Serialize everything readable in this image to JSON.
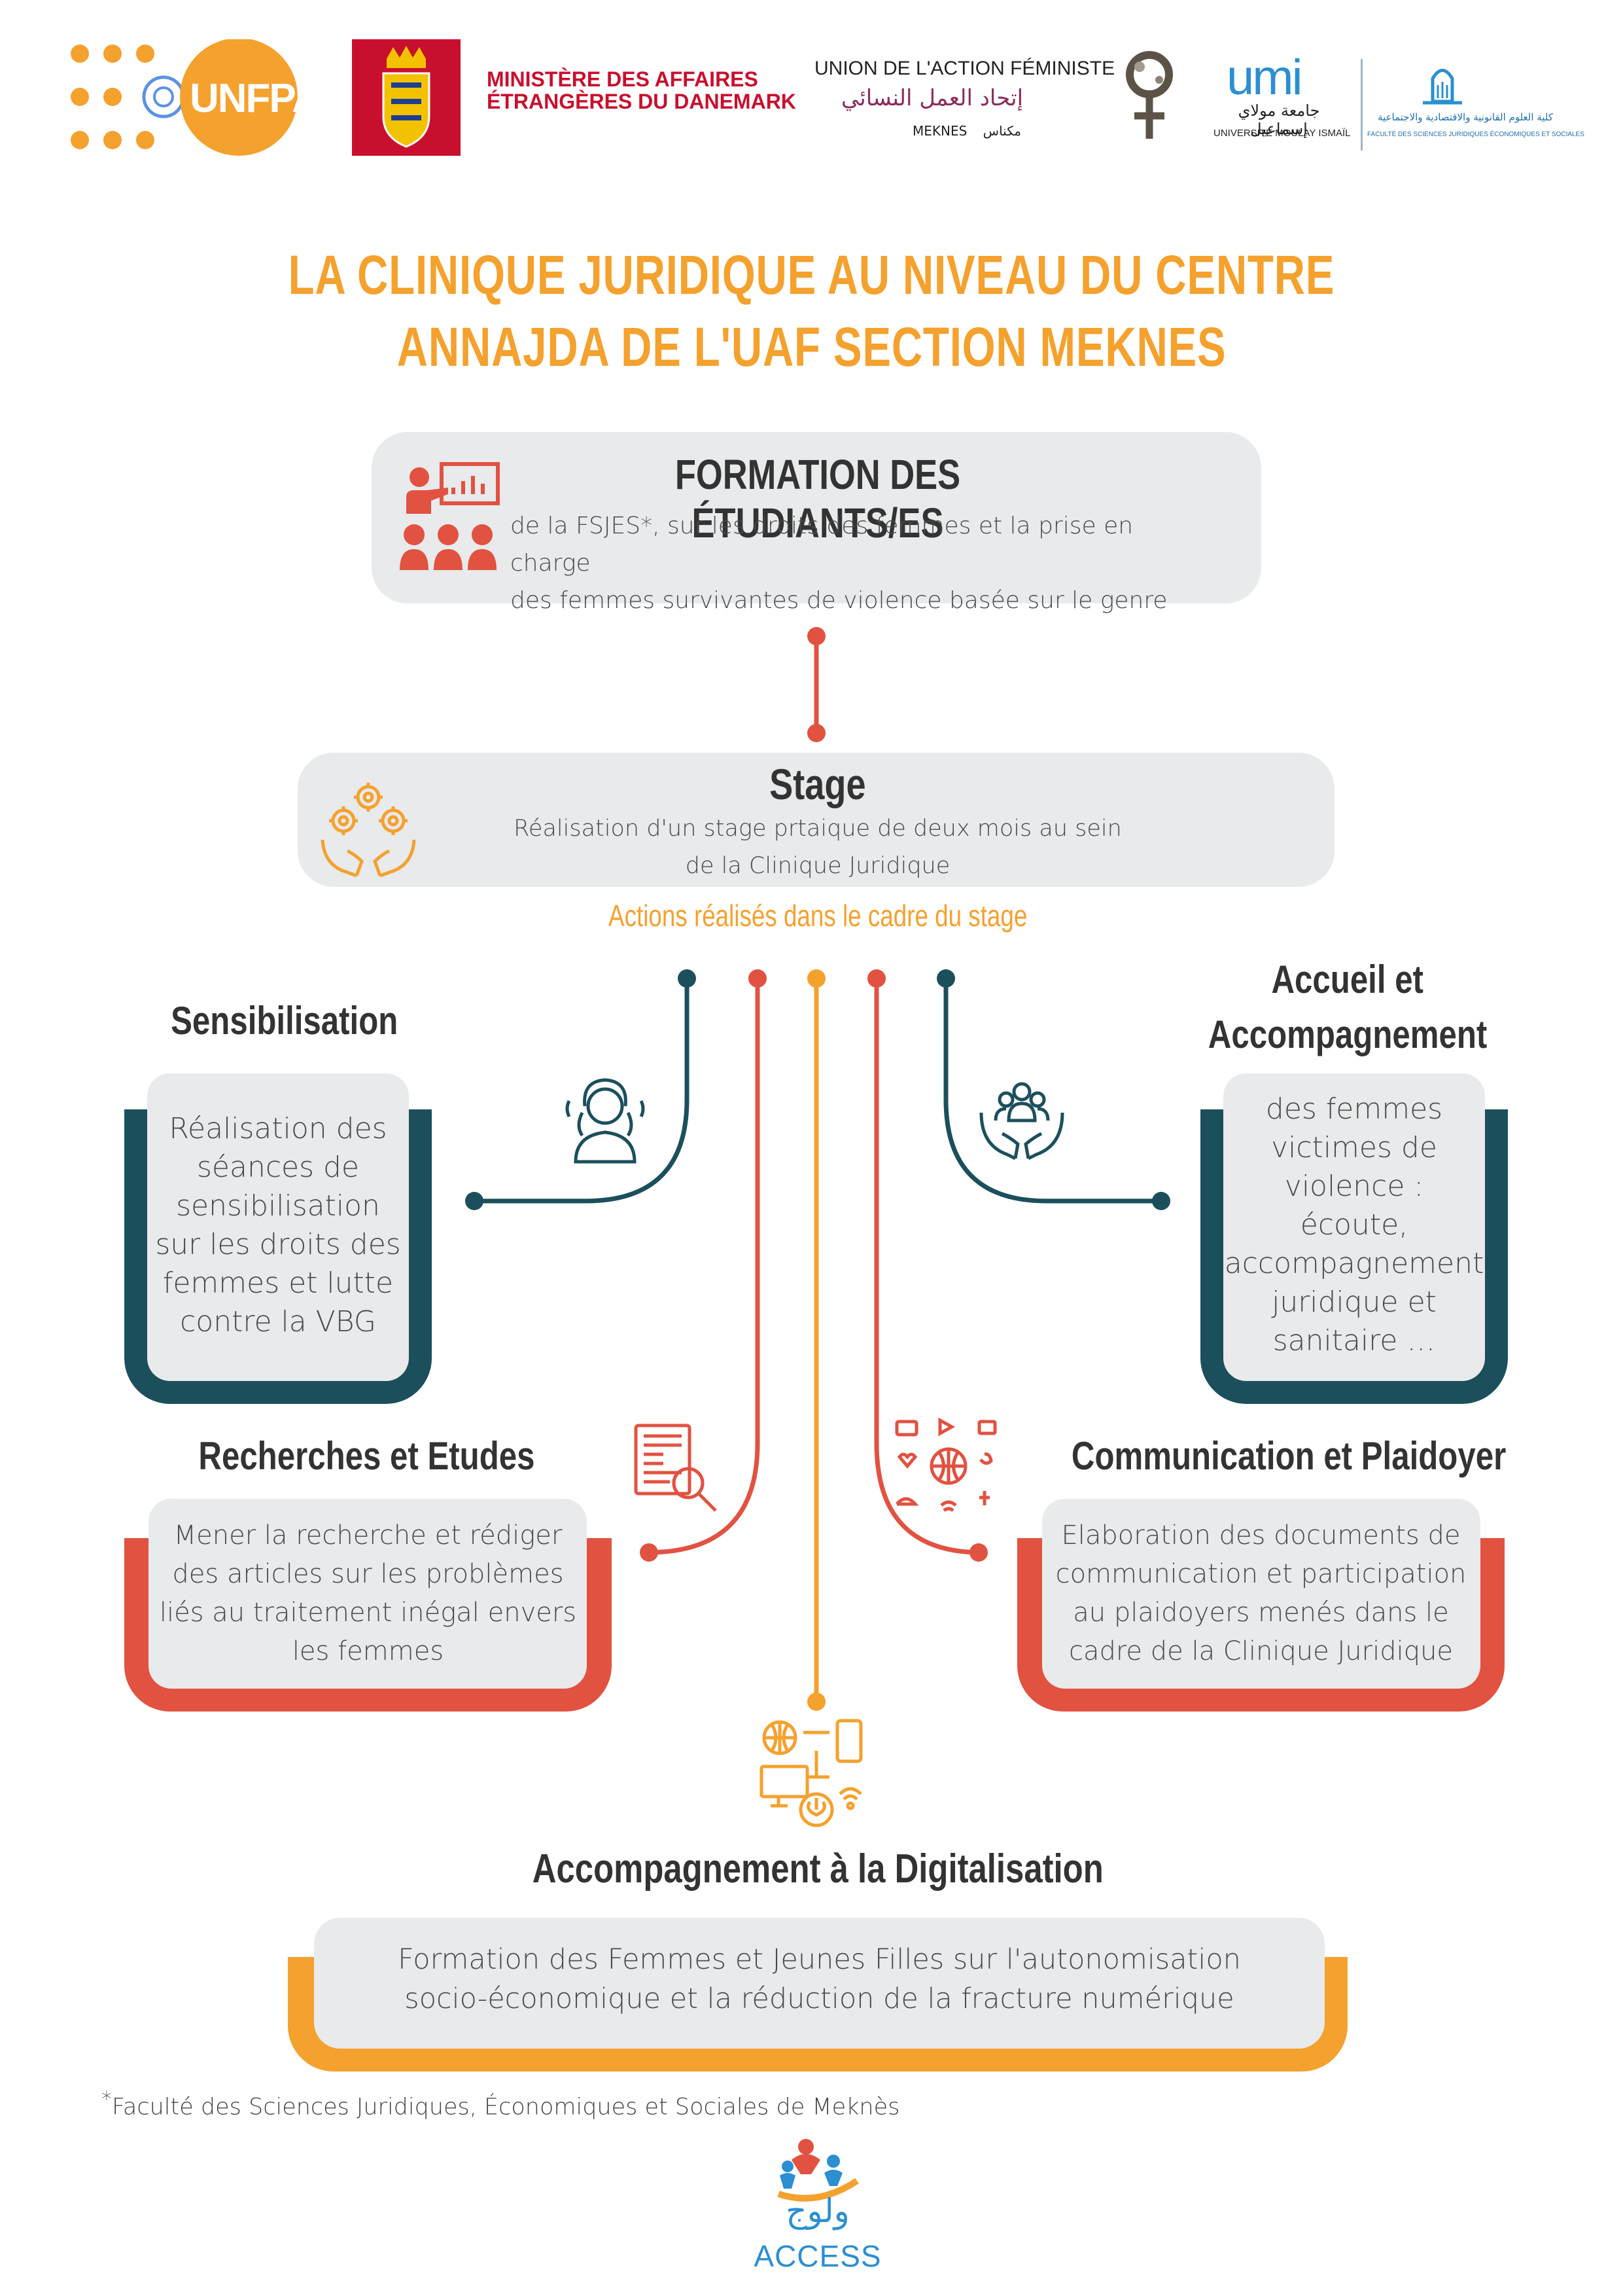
{
  "logos": {
    "unfpa": "UNFPA",
    "denmark": [
      "MINISTÈRE DES AFFAIRES",
      "ÉTRANGÈRES DU DANEMARK"
    ],
    "uaf": {
      "line1": "UNION DE L'ACTION FÉMINISTE",
      "arabic": "إتحاد العمل النسائي",
      "city_fr": "MEKNES",
      "city_ar": "مكناس"
    },
    "umi": {
      "mark": "umi",
      "arabic": "جامعة مولاي إسماعيل",
      "latin": "UNIVERSITÉ MOULAY ISMAÏL"
    },
    "fsjes": {
      "arabic": "كلية العلوم القانونية والاقتصادية والاجتماعية",
      "latin": "FACULTÉ DES SCIENCES JURIDIQUES ÉCONOMIQUES ET SOCIALES"
    },
    "access": {
      "arabic": "ولوج",
      "latin": "ACCESS"
    }
  },
  "title": {
    "line1": "LA CLINIQUE JURIDIQUE  AU NIVEAU DU CENTRE",
    "line2": "ANNAJDA DE L'UAF SECTION MEKNES"
  },
  "formation": {
    "heading": "FORMATION DES ÉTUDIANTS/ES",
    "line1": "de la FSJES*, sur les droits des femmes et la prise en charge",
    "line2": "des femmes survivantes de violence basée sur le genre",
    "icon": "training-presentation-icon"
  },
  "stage": {
    "heading": "Stage",
    "line1": "Réalisation d'un stage prtaique de deux mois au sein",
    "line2": "de la Clinique Juridique",
    "icon": "gears-hands-icon"
  },
  "actions_label": "Actions réalisés dans le cadre du stage",
  "sensibilisation": {
    "heading": "Sensibilisation",
    "lines": [
      "Réalisation des",
      "séances de",
      "sensibilisation",
      "sur les droits des",
      "femmes et lutte",
      "contre la VBG"
    ]
  },
  "accueil": {
    "heading1": "Accueil et",
    "heading2": "Accompagnement",
    "lines": [
      "des femmes",
      "victimes de",
      "violence :",
      "écoute,",
      "accompagnement",
      "juridique et",
      "sanitaire …"
    ]
  },
  "recherches": {
    "heading": "Recherches et Etudes",
    "lines": [
      "Mener la recherche et rédiger",
      "des articles sur les problèmes",
      "liés au traitement inégal envers",
      "les femmes"
    ]
  },
  "communication": {
    "heading": "Communication et Plaidoyer",
    "lines": [
      "Elaboration des documents de",
      "communication et participation",
      "au plaidoyers menés dans le",
      "cadre de la Clinique Juridique"
    ]
  },
  "digitalisation": {
    "heading": "Accompagnement à la Digitalisation",
    "line1": "Formation des Femmes et Jeunes Filles sur l'autonomisation",
    "line2": "socio-économique et la réduction de la fracture numérique"
  },
  "footnote": {
    "mark": "*",
    "text": "Faculté des Sciences Juridiques, Économiques et Sociales de Meknès"
  },
  "colors": {
    "orange": "#f4a12e",
    "red": "#e15241",
    "teal": "#1c4f5c",
    "grey_box": "#e8eaeb",
    "danish_red": "#c8102e"
  }
}
